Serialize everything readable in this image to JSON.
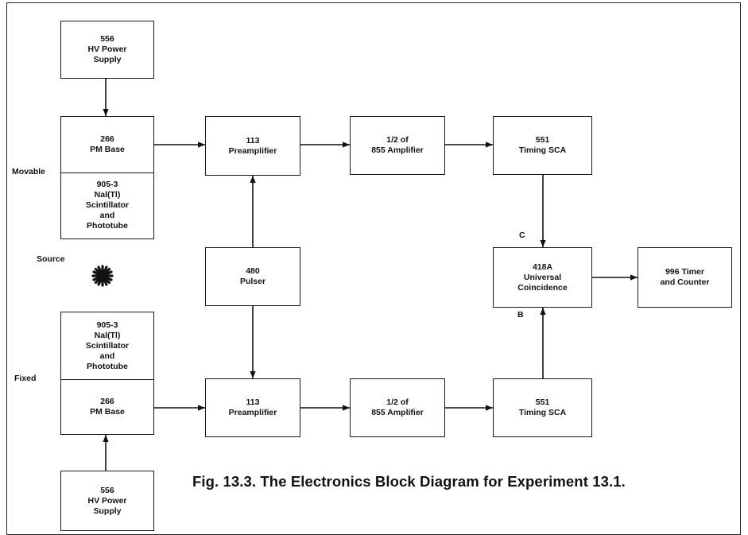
{
  "blocks": {
    "hv_top": "556\nHV Power\nSupply",
    "pm_base_top": "266\nPM Base",
    "scint_top": "905-3\nNal(Tl)\nScintillator\nand\nPhototube",
    "preamp_top": "113\nPreamplifier",
    "amp_top": "1/2 of\n855 Amplifier",
    "sca_top": "551\nTiming SCA",
    "pulser": "480\nPulser",
    "coincidence": "418A\nUniversal\nCoincidence",
    "timer": "996 Timer\nand Counter",
    "scint_bottom": "905-3\nNal(Tl)\nScintillator\nand\nPhototube",
    "pm_base_bottom": "266\nPM Base",
    "preamp_bottom": "113\nPreamplifier",
    "amp_bottom": "1/2 of\n855 Amplifier",
    "sca_bottom": "551\nTiming SCA",
    "hv_bottom": "556\nHV Power\nSupply"
  },
  "labels": {
    "movable": "Movable",
    "source": "Source",
    "fixed": "Fixed",
    "input_c": "C",
    "input_b": "B"
  },
  "caption": "Fig. 13.3.  The Electronics Block Diagram for Experiment 13.1."
}
